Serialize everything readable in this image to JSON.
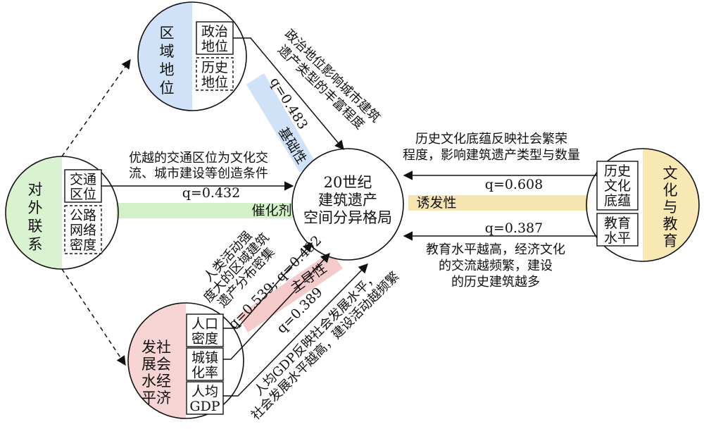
{
  "center": [
    "20世纪",
    "建筑遗产",
    "空间分异格局"
  ],
  "nodes": {
    "region": {
      "label": [
        "区",
        "域",
        "地",
        "位"
      ],
      "factors": [
        [
          "政治",
          "地位"
        ],
        [
          "历史",
          "地位"
        ]
      ]
    },
    "external": {
      "label": [
        "对",
        "外",
        "联",
        "系"
      ],
      "factors": [
        [
          "交通",
          "区位"
        ],
        [
          "公路",
          "网络",
          "密度"
        ]
      ]
    },
    "economy": {
      "label": [
        "发社",
        "展会",
        "水经",
        "平济"
      ],
      "factors": [
        [
          "人口",
          "密度"
        ],
        [
          "城镇",
          "化率"
        ],
        [
          "人均",
          "GDP"
        ]
      ]
    },
    "culture": {
      "label": [
        "文",
        "化",
        "与",
        "教",
        "育"
      ],
      "factors": [
        [
          "历史",
          "文化",
          "底蕴"
        ],
        [
          "教育",
          "水平"
        ]
      ]
    }
  },
  "effects": {
    "basic": "基础性",
    "catalyst": "催化剂",
    "inducing": "诱发性",
    "dominant": "主导性"
  },
  "q_values": {
    "political": "q=0.483",
    "transport": "q=0.432",
    "history_culture": "q=0.608",
    "education": "q=0.387",
    "pop_urban": "q=0.539; q=0.492",
    "gdp": "q=0.389"
  },
  "annotations": {
    "political": [
      "政治地位影响城市建筑",
      "遗产类型的丰富程度"
    ],
    "transport": [
      "优越的交通区位为文化交",
      "流、城市建设等创造条件"
    ],
    "history_culture": [
      "历史文化底蕴反映社会繁荣",
      "程度，影响建筑遗产类型与数量"
    ],
    "education": [
      "教育水平越高，经济文化",
      "的交流越频繁，建设",
      "的历史建筑越多"
    ],
    "population": [
      "人类活动强",
      "度大的区域建筑",
      "遗产分布密集"
    ],
    "gdp": [
      "人均GDP反映社会发展水平，",
      "社会发展水平越高，建设活动越频繁"
    ]
  },
  "colors": {
    "region": "#cfe2f7",
    "external": "#d9f3d0",
    "economy": "#f7d4d4",
    "culture": "#f8e8b4",
    "basic_band": "#cfe2f7",
    "catalyst_band": "#d3f1c8",
    "inducing_band": "#f5e3b0",
    "dominant_band": "#f5caca"
  }
}
